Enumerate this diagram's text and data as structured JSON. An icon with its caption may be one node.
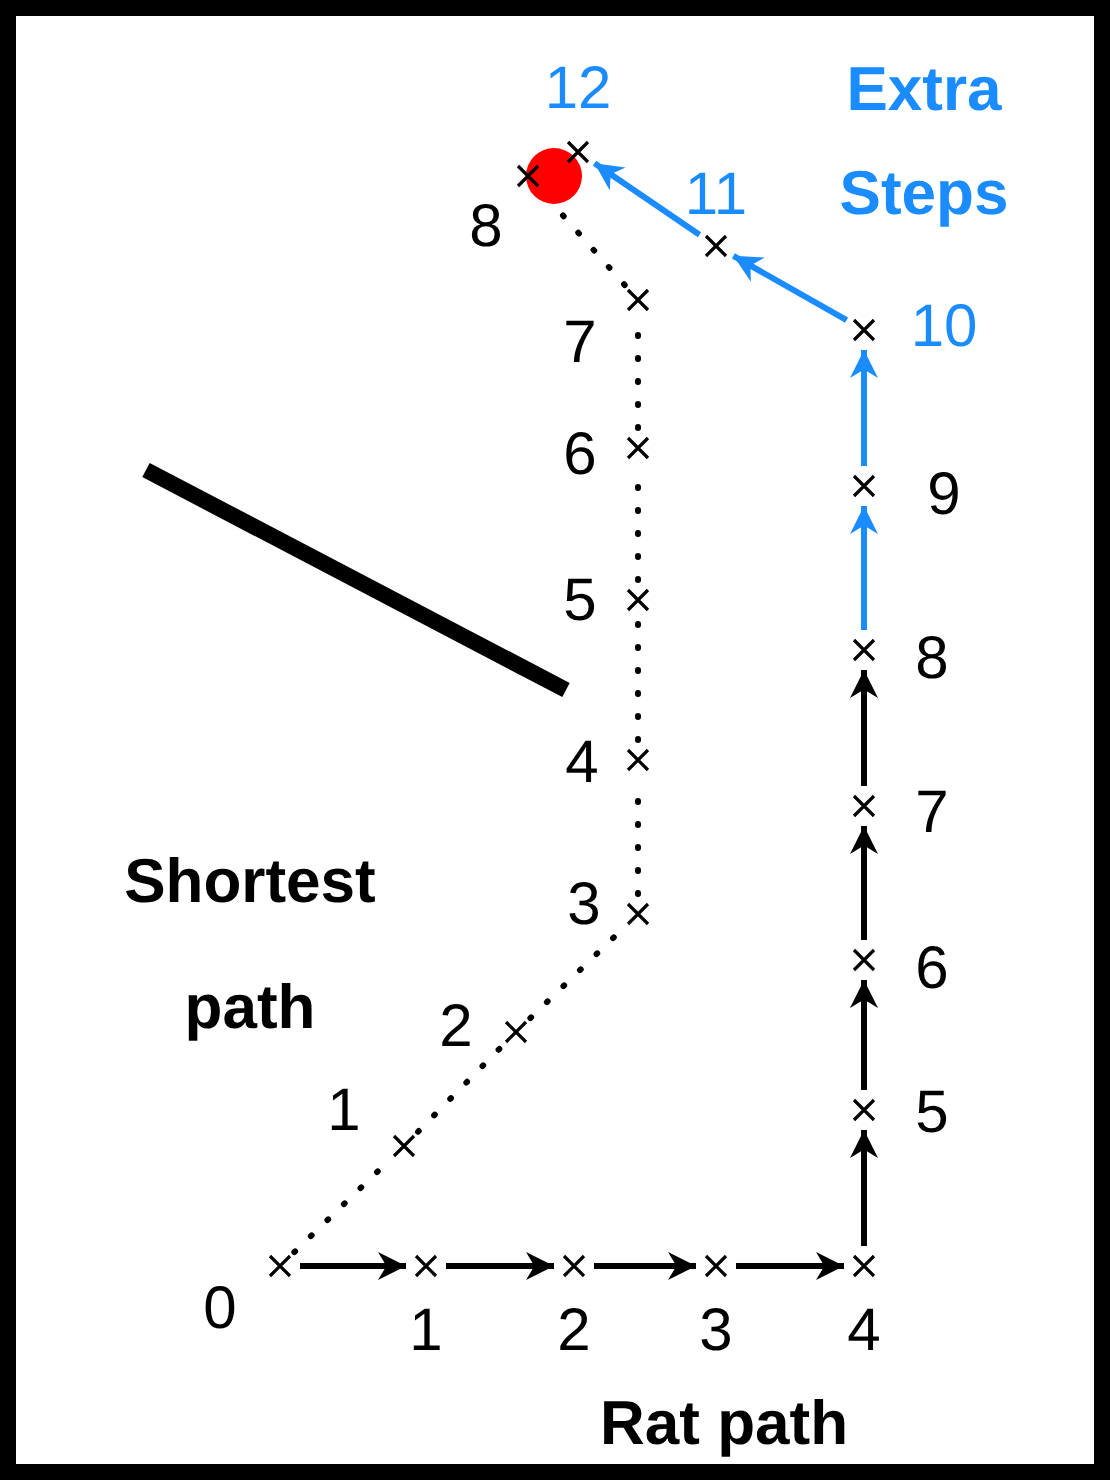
{
  "diagram": {
    "nodes": [
      {
        "text": [],
        "shape": "cross",
        "beside": [
          "0"
        ]
      },
      {
        "text": [],
        "shape": "cross",
        "beside": [
          "1"
        ]
      },
      {
        "text": [],
        "shape": "cross",
        "beside": [
          "2"
        ]
      },
      {
        "text": [],
        "shape": "cross",
        "beside": [
          "3"
        ]
      },
      {
        "text": [],
        "shape": "cross",
        "beside": [
          "4"
        ]
      },
      {
        "text": [],
        "shape": "cross",
        "beside": [
          "5"
        ]
      },
      {
        "text": [],
        "shape": "cross",
        "beside": [
          "6"
        ]
      },
      {
        "text": [],
        "shape": "cross",
        "beside": [
          "7"
        ]
      },
      {
        "text": [],
        "shape": "cross",
        "beside": [
          "8"
        ]
      },
      {
        "text": [],
        "shape": "cross",
        "beside": [
          "9"
        ]
      },
      {
        "text": [],
        "shape": "cross",
        "beside": [
          "10"
        ]
      },
      {
        "text": [],
        "shape": "cross",
        "beside": [
          "11"
        ]
      },
      {
        "text": [],
        "shape": "cross",
        "beside": [
          "12"
        ]
      },
      {
        "text": [],
        "shape": "cross",
        "beside": [
          "1"
        ]
      },
      {
        "text": [],
        "shape": "cross",
        "beside": [
          "2"
        ]
      },
      {
        "text": [],
        "shape": "cross",
        "beside": [
          "3"
        ]
      },
      {
        "text": [],
        "shape": "cross",
        "beside": [
          "4"
        ]
      },
      {
        "text": [],
        "shape": "cross",
        "beside": [
          "5"
        ]
      },
      {
        "text": [],
        "shape": "cross",
        "beside": [
          "6"
        ]
      },
      {
        "text": [],
        "shape": "cross",
        "beside": [
          "7"
        ]
      },
      {
        "text": [],
        "shape": "cross",
        "beside": [
          "8"
        ]
      },
      {
        "text": [],
        "shape": "circle"
      }
    ],
    "edges": [
      {
        "from": 0,
        "to": 1,
        "arrow": "to"
      },
      {
        "from": 1,
        "to": 2,
        "arrow": "to"
      },
      {
        "from": 2,
        "to": 3,
        "arrow": "to"
      },
      {
        "from": 3,
        "to": 4,
        "arrow": "to"
      },
      {
        "from": 4,
        "to": 5,
        "arrow": "to"
      },
      {
        "from": 5,
        "to": 6,
        "arrow": "to"
      },
      {
        "from": 6,
        "to": 7,
        "arrow": "to"
      },
      {
        "from": 7,
        "to": 8,
        "arrow": "to"
      },
      {
        "from": 8,
        "to": 9,
        "arrow": "to",
        "color": "#1a8cff"
      },
      {
        "from": 9,
        "to": 10,
        "arrow": "to",
        "color": "#1a8cff"
      },
      {
        "from": 10,
        "to": 11,
        "arrow": "to",
        "color": "#1a8cff"
      },
      {
        "from": 11,
        "to": 12,
        "arrow": "to",
        "color": "#1a8cff"
      },
      {
        "from": 0,
        "to": 13,
        "arrow": "none",
        "style": "dashed"
      },
      {
        "from": 13,
        "to": 14,
        "arrow": "none",
        "style": "dashed"
      },
      {
        "from": 14,
        "to": 15,
        "arrow": "none",
        "style": "dashed"
      },
      {
        "from": 15,
        "to": 16,
        "arrow": "none",
        "style": "dashed"
      },
      {
        "from": 16,
        "to": 17,
        "arrow": "none",
        "style": "dashed"
      },
      {
        "from": 17,
        "to": 18,
        "arrow": "none",
        "style": "dashed"
      },
      {
        "from": 18,
        "to": 19,
        "arrow": "none",
        "style": "dashed"
      },
      {
        "from": 19,
        "to": 20,
        "arrow": "none",
        "style": "dashed"
      }
    ],
    "labels": [
      "Extra Steps",
      "Shortest path",
      "Rat path"
    ]
  }
}
